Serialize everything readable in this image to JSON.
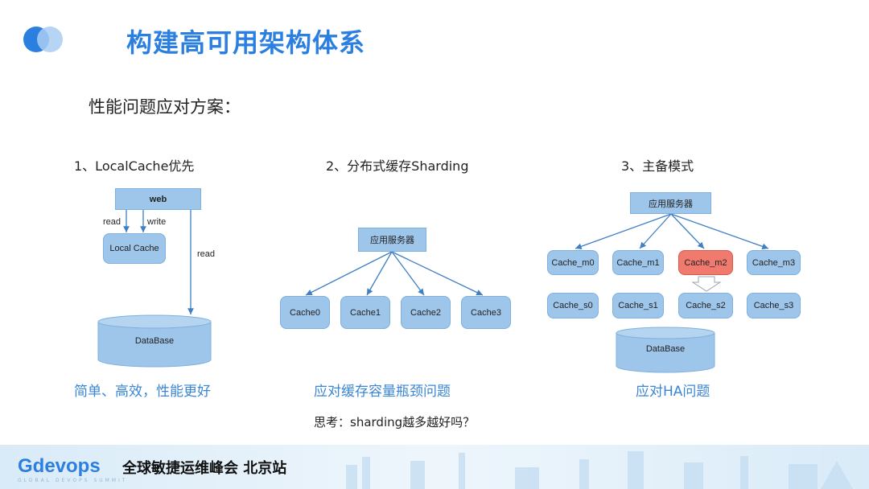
{
  "header": {
    "title": "构建高可用架构体系"
  },
  "subtitle": "性能问题应对方案：",
  "sections": {
    "s1": {
      "heading": "1、LocalCache优先",
      "web": "web",
      "read1": "read",
      "write": "write",
      "local_cache": "Local Cache",
      "read2": "read",
      "db": "DataBase",
      "note": "简单、高效，性能更好"
    },
    "s2": {
      "heading": "2、分布式缓存Sharding",
      "server": "应用服务器",
      "caches": [
        "Cache0",
        "Cache1",
        "Cache2",
        "Cache3"
      ],
      "note": "应对缓存容量瓶颈问题"
    },
    "s3": {
      "heading": "3、主备模式",
      "server": "应用服务器",
      "masters": [
        "Cache_m0",
        "Cache_m1",
        "Cache_m2",
        "Cache_m3"
      ],
      "slaves": [
        "Cache_s0",
        "Cache_s1",
        "Cache_s2",
        "Cache_s3"
      ],
      "db": "DataBase",
      "note": "应对HA问题"
    }
  },
  "question": "思考：sharding越多越好吗？",
  "footer": {
    "brand": "Gdevops",
    "event": "全球敏捷运维峰会 北京站",
    "tagline": "GLOBAL DEVOPS SUMMIT"
  },
  "colors": {
    "accent": "#2b7fe0",
    "box": "#9ec5ea",
    "highlight": "#f07a6e",
    "note": "#3a86d6"
  }
}
